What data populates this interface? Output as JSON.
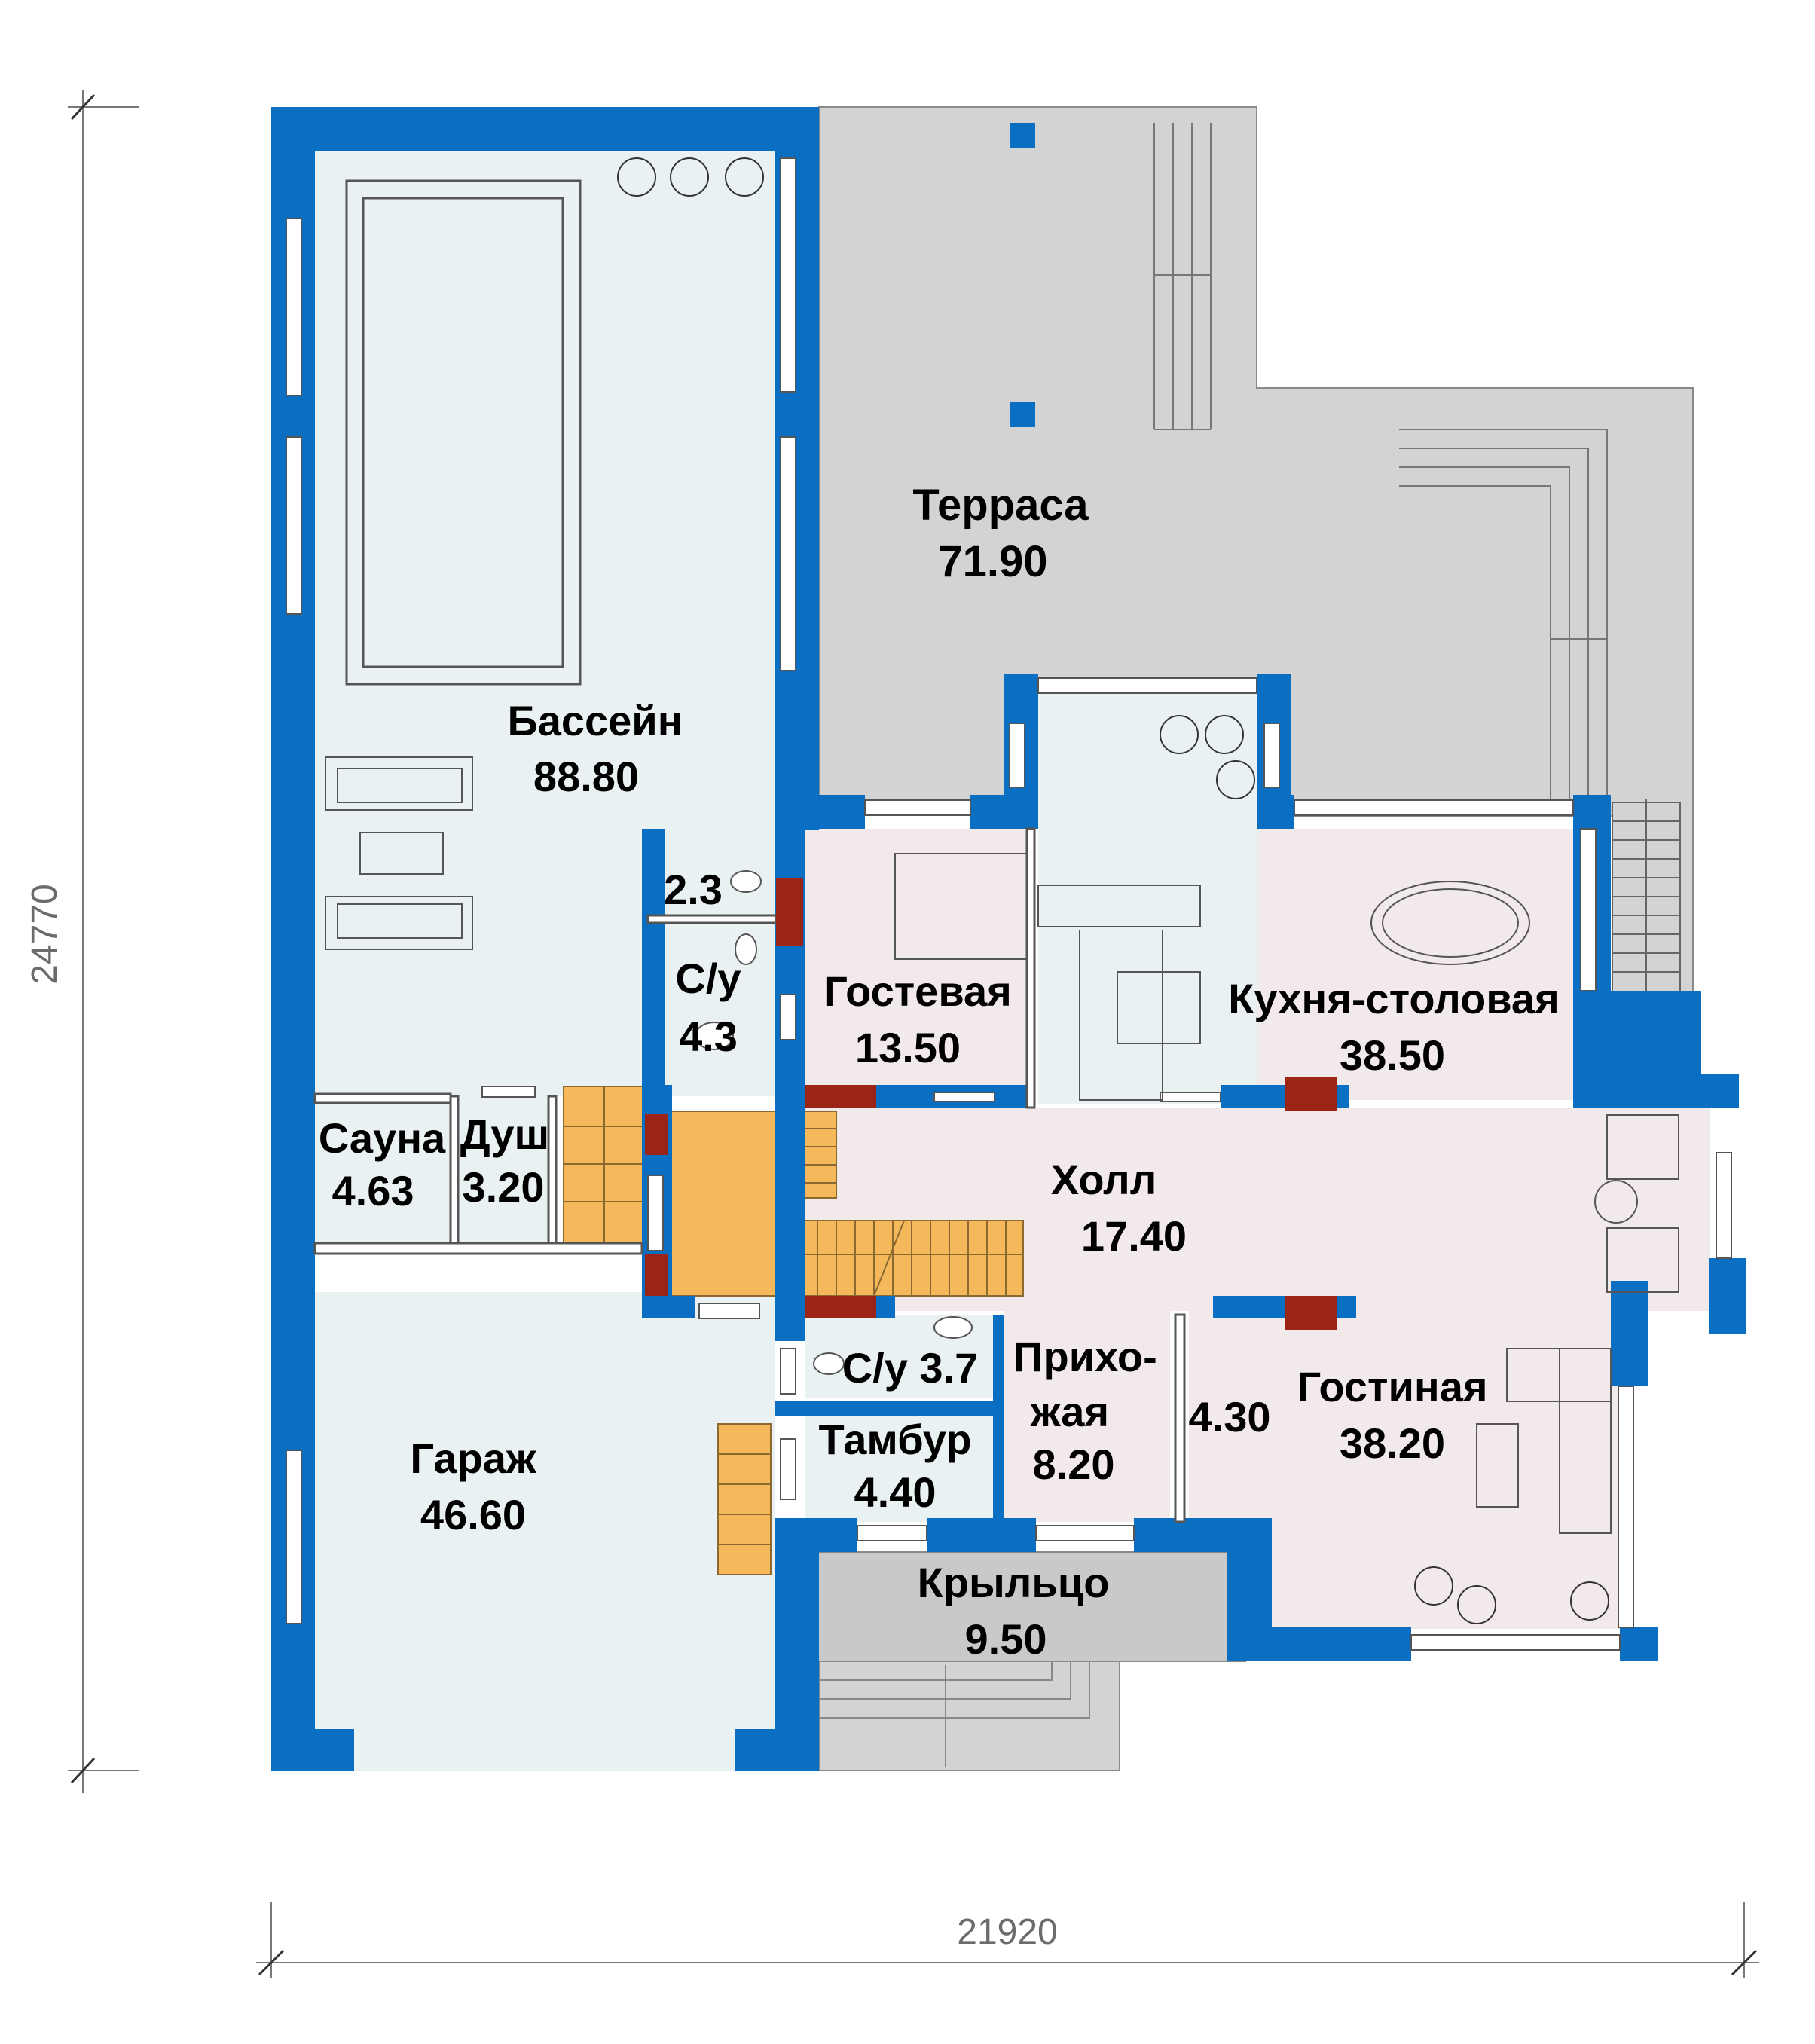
{
  "colors": {
    "wall": "#0a6fc2",
    "pool_room_floor": "#eaf1f2",
    "warm_room_floor": "#f2e9ea",
    "terrace": "#d3d3d3",
    "stairs": "#f5b85a",
    "chimney": "#9a2416"
  },
  "dimensions": {
    "height": "24770",
    "width": "21920"
  },
  "rooms": {
    "terrace": {
      "name": "Терраса",
      "area": "71.90"
    },
    "pool": {
      "name": "Бассейн",
      "area": "88.80"
    },
    "wc_small": {
      "area": "2.3"
    },
    "bath_pool": {
      "name": "С/у",
      "area": "4.3"
    },
    "guest": {
      "name": "Гостевая",
      "area": "13.50"
    },
    "kitchen": {
      "name": "Кухня-столовая",
      "area": "38.50"
    },
    "sauna": {
      "name": "Сауна",
      "area": "4.63"
    },
    "shower": {
      "name": "Душ",
      "area": "3.20"
    },
    "hall": {
      "name": "Холл",
      "area": "17.40"
    },
    "bath_entry": {
      "label": "С/у 3.7"
    },
    "vestibule": {
      "name": "Тамбур",
      "area": "4.40"
    },
    "hallway": {
      "name_line1": "Прихо-",
      "name_line2": "жая",
      "area": "8.20"
    },
    "closet": {
      "area": "4.30"
    },
    "living": {
      "name": "Гостиная",
      "area": "38.20"
    },
    "garage": {
      "name": "Гараж",
      "area": "46.60"
    },
    "porch": {
      "name": "Крыльцо",
      "area": "9.50"
    }
  },
  "icons": [
    "plant-icon",
    "sofa-icon",
    "toilet-icon",
    "sink-icon",
    "bed-icon",
    "dining-table-icon",
    "armchair-icon",
    "stove-icon"
  ]
}
